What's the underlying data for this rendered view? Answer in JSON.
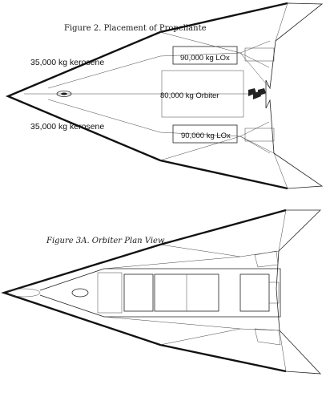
{
  "figure2": {
    "caption": "Figure 2.  Placement of Propellante",
    "labels": {
      "kerosene_upper": "35,000 kg kerosene",
      "kerosene_lower": "35,000 kg kerosene",
      "lox_upper": "90,000 kg LOx",
      "orbiter": "80,000 kg Orbiter",
      "lox_lower": "90,000 kg LOx"
    }
  },
  "figure3a": {
    "caption": "Figure 3A.  Orbiter Plan View."
  },
  "colors": {
    "ink": "#111111",
    "background": "#ffffff",
    "hatch": "#333333"
  }
}
